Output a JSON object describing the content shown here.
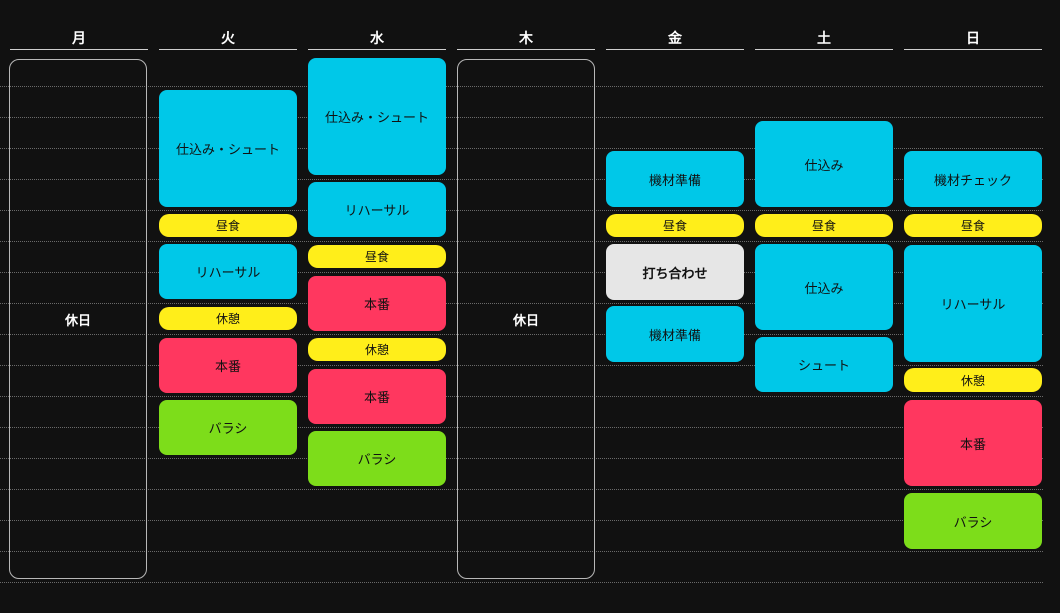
{
  "days": [
    "月",
    "火",
    "水",
    "木",
    "金",
    "土",
    "日"
  ],
  "holiday_label": "休日",
  "colors": {
    "background": "#111111",
    "work": "#00c8e8",
    "meal_break": "#ffee1a",
    "show": "#ff375f",
    "strike": "#7ddd1a",
    "meeting": "#e6e6e6"
  },
  "columns": {
    "tue": [
      "仕込み・シュート",
      "昼食",
      "リハーサル",
      "休憩",
      "本番",
      "バラシ"
    ],
    "wed": [
      "仕込み・シュート",
      "リハーサル",
      "昼食",
      "本番",
      "休憩",
      "本番",
      "バラシ"
    ],
    "fri": [
      "機材準備",
      "昼食",
      "打ち合わせ",
      "機材準備"
    ],
    "sat": [
      "仕込み",
      "昼食",
      "仕込み",
      "シュート"
    ],
    "sun": [
      "機材チェック",
      "昼食",
      "リハーサル",
      "休憩",
      "本番",
      "バラシ"
    ]
  }
}
